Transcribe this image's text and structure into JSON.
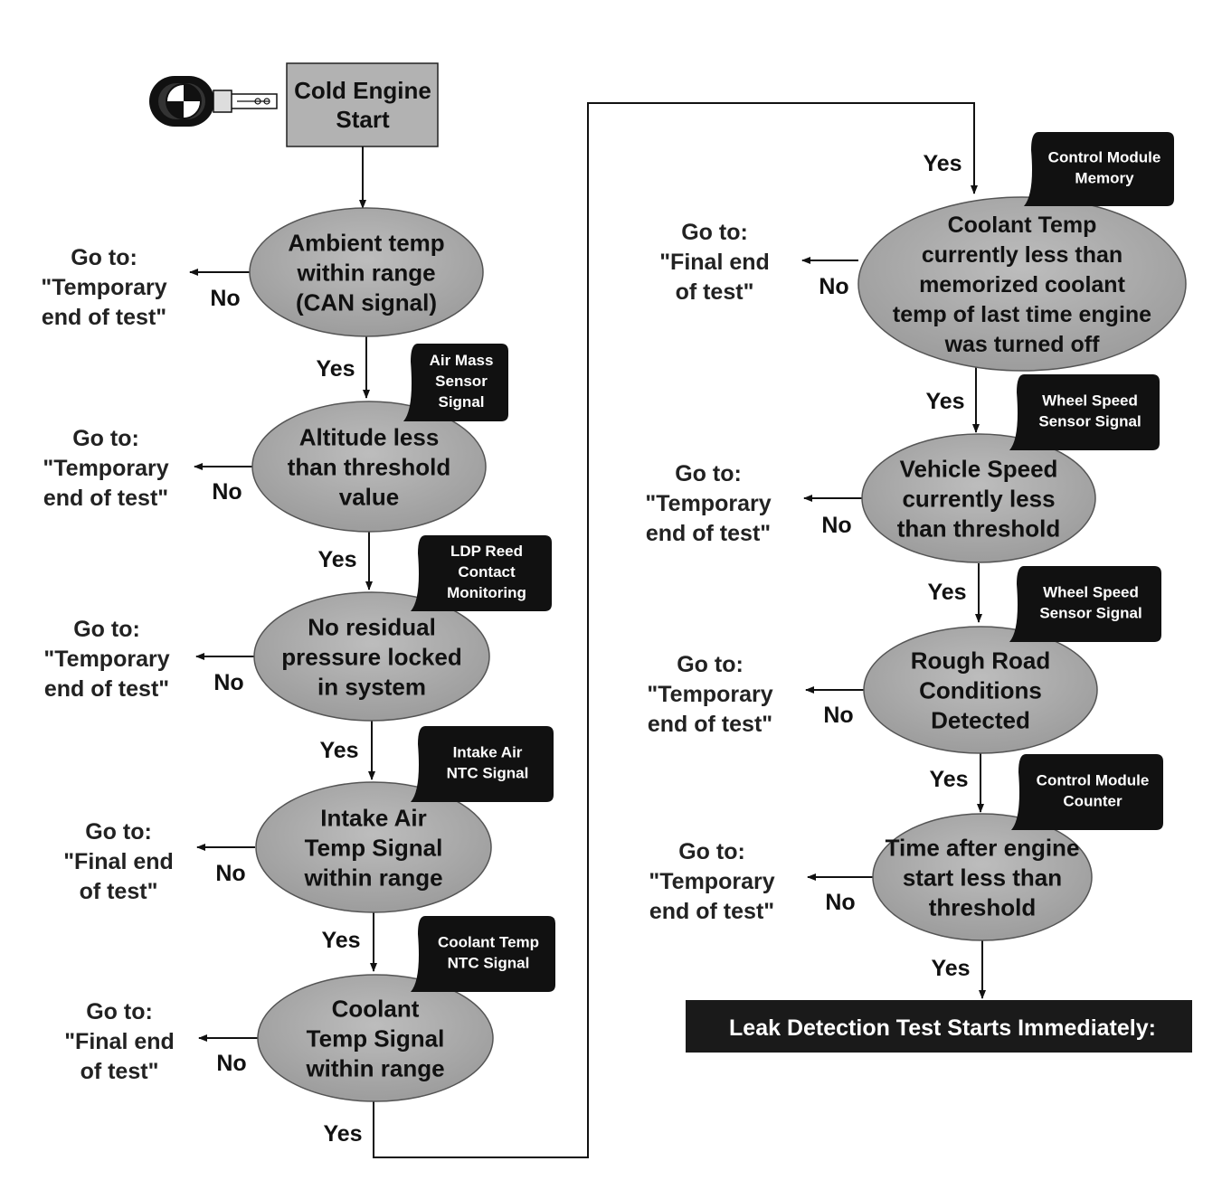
{
  "start": {
    "label_line1": "Cold Engine",
    "label_line2": "Start"
  },
  "edge_labels": {
    "yes": "Yes",
    "no": "No"
  },
  "left_column": [
    {
      "decision": [
        "Ambient temp",
        "within range",
        "(CAN signal)"
      ],
      "no_target": [
        "Go to:",
        "\"Temporary",
        "end of test\""
      ],
      "signal": []
    },
    {
      "decision": [
        "Altitude less",
        "than threshold",
        "value"
      ],
      "no_target": [
        "Go to:",
        "\"Temporary",
        "end of test\""
      ],
      "signal": [
        "Air Mass",
        "Sensor",
        "Signal"
      ]
    },
    {
      "decision": [
        "No residual",
        "pressure locked",
        "in system"
      ],
      "no_target": [
        "Go to:",
        "\"Temporary",
        "end of test\""
      ],
      "signal": [
        "LDP Reed",
        "Contact",
        "Monitoring"
      ]
    },
    {
      "decision": [
        "Intake Air",
        "Temp Signal",
        "within range"
      ],
      "no_target": [
        "Go to:",
        "\"Final end",
        "of test\""
      ],
      "signal": [
        "Intake Air",
        "NTC Signal"
      ]
    },
    {
      "decision": [
        "Coolant",
        "Temp Signal",
        "within range"
      ],
      "no_target": [
        "Go to:",
        "\"Final end",
        "of test\""
      ],
      "signal": [
        "Coolant Temp",
        "NTC Signal"
      ]
    }
  ],
  "right_column": [
    {
      "decision": [
        "Coolant Temp",
        "currently less than",
        "memorized coolant",
        "temp of last time engine",
        "was turned off"
      ],
      "no_target": [
        "Go to:",
        "\"Final end",
        "of test\""
      ],
      "signal": [
        "Control Module",
        "Memory"
      ]
    },
    {
      "decision": [
        "Vehicle Speed",
        "currently less",
        "than threshold"
      ],
      "no_target": [
        "Go to:",
        "\"Temporary",
        "end of test\""
      ],
      "signal": [
        "Wheel Speed",
        "Sensor Signal"
      ]
    },
    {
      "decision": [
        "Rough Road",
        "Conditions",
        "Detected"
      ],
      "no_target": [
        "Go to:",
        "\"Temporary",
        "end of test\""
      ],
      "signal": [
        "Wheel Speed",
        "Sensor Signal"
      ]
    },
    {
      "decision": [
        "Time after engine",
        "start less than",
        "threshold"
      ],
      "no_target": [
        "Go to:",
        "\"Temporary",
        "end of test\""
      ],
      "signal": [
        "Control Module",
        "Counter"
      ]
    }
  ],
  "final": {
    "label": "Leak Detection Test Starts Immediately:"
  },
  "colors": {
    "decision_fill": "#a9a9a9",
    "start_fill": "#b2b2b2",
    "signal_fill": "#111111",
    "final_fill": "#1a1a1a",
    "line": "#111111"
  }
}
